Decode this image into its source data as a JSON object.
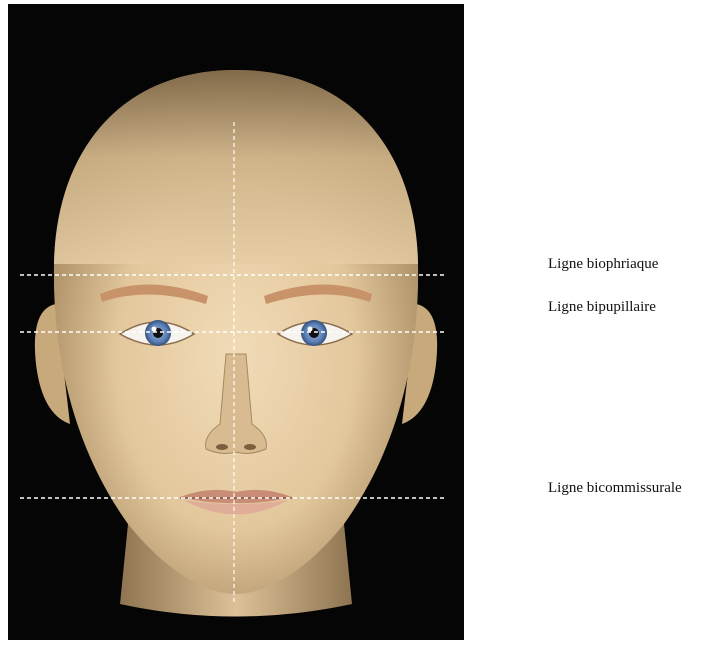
{
  "labels": {
    "brow": "Ligne biophriaque",
    "pupil": "Ligne bipupillaire",
    "mouth": "Ligne bicommissurale"
  },
  "colors": {
    "background": "#050505",
    "skin": "#e8cfa8",
    "skin_shadow": "#b89a6e",
    "eyebrow": "#c9936a",
    "iris": "#5a7fb5",
    "lips": "#d9a08c",
    "guide_line": "#ffffff"
  }
}
